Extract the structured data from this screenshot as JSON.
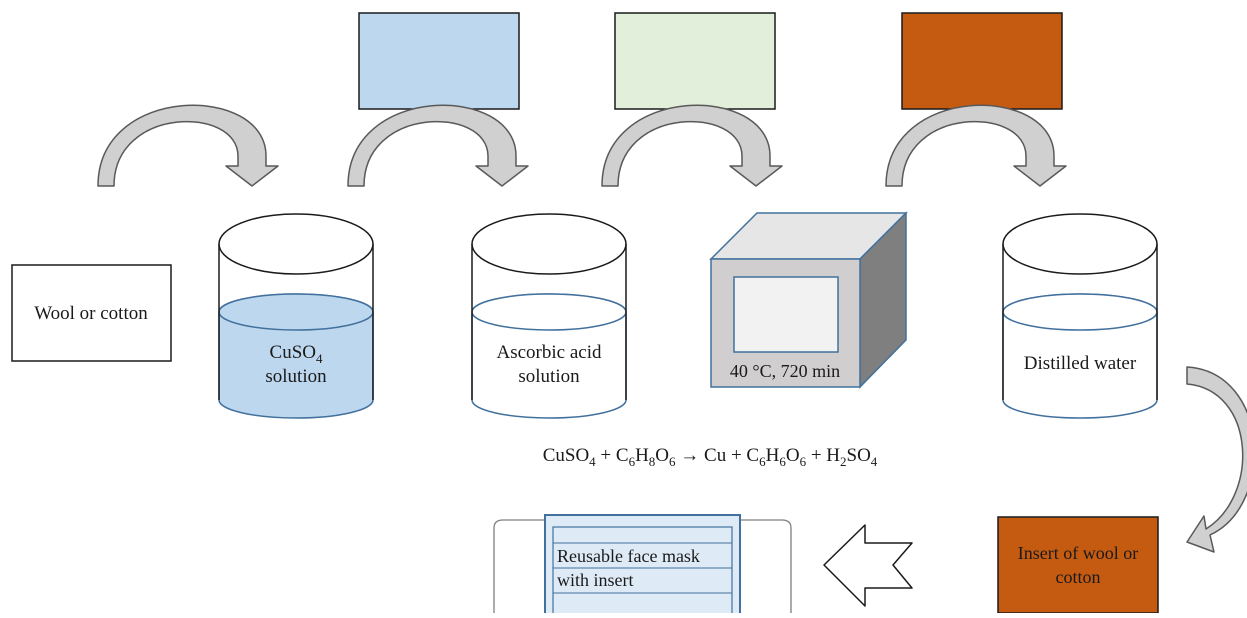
{
  "swatches": [
    {
      "color": "#bdd7ee"
    },
    {
      "color": "#e2efda"
    },
    {
      "color": "#c55a11"
    }
  ],
  "colors": {
    "cuso4_liquid": "#bdd7ee",
    "liquid_edge": "#41719c",
    "oven_face": "#d0cece",
    "oven_dark": "#7f7f7f",
    "oven_window": "#f2f2f2",
    "insert": "#c55a11",
    "arrow_fill": "#d0d0d0",
    "mask_fill": "#deebf7"
  },
  "labels": {
    "start": "Wool or cotton",
    "beaker1_formula": "CuSO",
    "beaker1_formula_sub": "4",
    "beaker1_line2": "solution",
    "beaker2_line1": "Ascorbic acid",
    "beaker2_line2": "solution",
    "oven": "40 °C, 720 min",
    "beaker3": "Distilled water",
    "insert_line1": "Insert of wool or",
    "insert_line2": "cotton",
    "mask_line1": "Reusable face mask",
    "mask_line2": "with insert"
  },
  "equation": {
    "t1": "CuSO",
    "s1": "4",
    "t2": " + C",
    "s2": "6",
    "t3": "H",
    "s3": "8",
    "t4": "O",
    "s4": "6",
    "t5": " → Cu + C",
    "s5": "6",
    "t6": "H",
    "s6": "6",
    "t7": "O",
    "s7": "6",
    "t8": " + H",
    "s8": "2",
    "t9": "SO",
    "s9": "4"
  },
  "icons": [
    "curved-arrow-icon",
    "beaker-icon",
    "oven-icon",
    "block-arrow-icon",
    "face-mask-icon"
  ]
}
